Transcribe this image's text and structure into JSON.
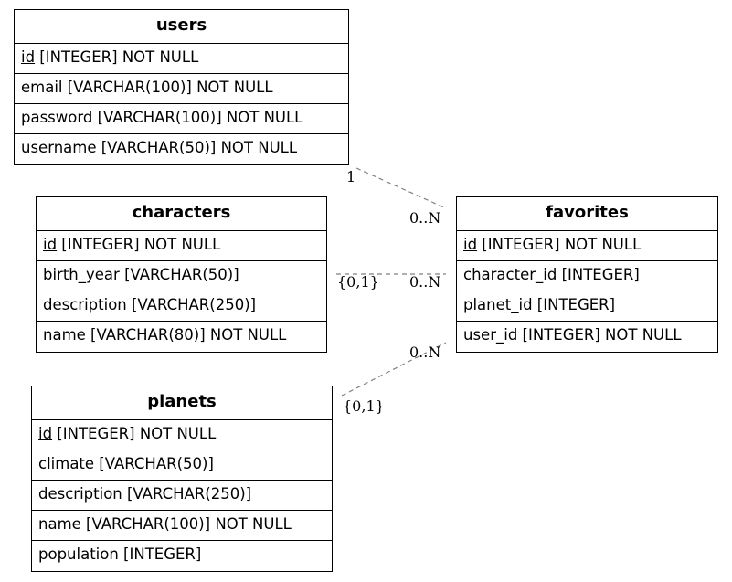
{
  "entities": {
    "users": {
      "title": "users",
      "rows": [
        {
          "pk": "id",
          "rest": " [INTEGER] NOT NULL"
        },
        {
          "pk": "",
          "rest": "email [VARCHAR(100)] NOT NULL"
        },
        {
          "pk": "",
          "rest": "password [VARCHAR(100)] NOT NULL"
        },
        {
          "pk": "",
          "rest": "username [VARCHAR(50)] NOT NULL"
        }
      ]
    },
    "characters": {
      "title": "characters",
      "rows": [
        {
          "pk": "id",
          "rest": " [INTEGER] NOT NULL"
        },
        {
          "pk": "",
          "rest": "birth_year [VARCHAR(50)]"
        },
        {
          "pk": "",
          "rest": "description [VARCHAR(250)]"
        },
        {
          "pk": "",
          "rest": "name [VARCHAR(80)] NOT NULL"
        }
      ]
    },
    "favorites": {
      "title": "favorites",
      "rows": [
        {
          "pk": "id",
          "rest": " [INTEGER] NOT NULL"
        },
        {
          "pk": "",
          "rest": "character_id [INTEGER]"
        },
        {
          "pk": "",
          "rest": "planet_id [INTEGER]"
        },
        {
          "pk": "",
          "rest": "user_id [INTEGER] NOT NULL"
        }
      ]
    },
    "planets": {
      "title": "planets",
      "rows": [
        {
          "pk": "id",
          "rest": " [INTEGER] NOT NULL"
        },
        {
          "pk": "",
          "rest": "climate [VARCHAR(50)]"
        },
        {
          "pk": "",
          "rest": "description [VARCHAR(250)]"
        },
        {
          "pk": "",
          "rest": "name [VARCHAR(100)] NOT NULL"
        },
        {
          "pk": "",
          "rest": "population [INTEGER]"
        }
      ]
    }
  },
  "relationships": [
    {
      "from": "users",
      "to": "favorites",
      "from_card": "1",
      "to_card": "0..N"
    },
    {
      "from": "characters",
      "to": "favorites",
      "from_card": "{0,1}",
      "to_card": "0..N"
    },
    {
      "from": "planets",
      "to": "favorites",
      "from_card": "{0,1}",
      "to_card": "0..N"
    }
  ],
  "colors": {
    "edge": "#808080",
    "border": "#000000"
  }
}
